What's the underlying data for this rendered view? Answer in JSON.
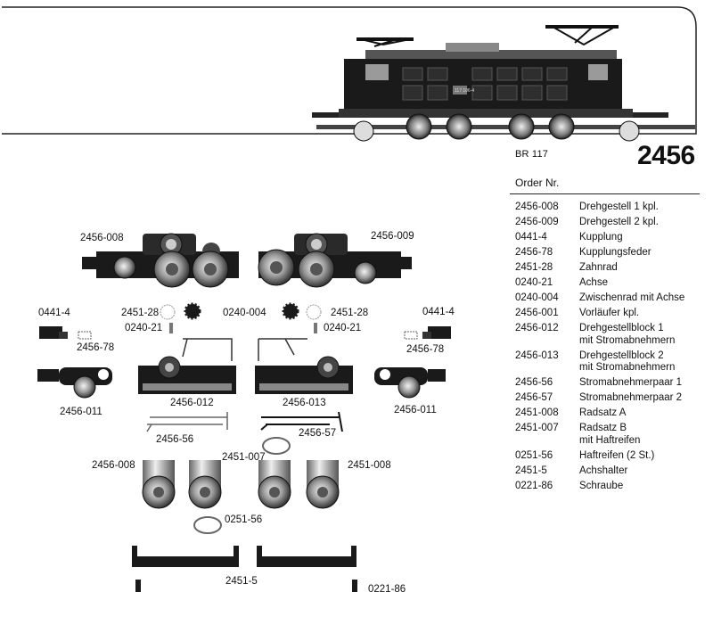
{
  "header": {
    "model_subtitle": "BR 117",
    "model_number": "2456",
    "locomotive_number_plate": "117 106-4"
  },
  "parts_list": {
    "heading": "Order Nr.",
    "items": [
      {
        "code": "2456-008",
        "name": "Drehgestell 1 kpl."
      },
      {
        "code": "2456-009",
        "name": "Drehgestell 2 kpl."
      },
      {
        "code": "0441-4",
        "name": "Kupplung"
      },
      {
        "code": "2456-78",
        "name": "Kupplungsfeder"
      },
      {
        "code": "2451-28",
        "name": "Zahnrad"
      },
      {
        "code": "0240-21",
        "name": "Achse"
      },
      {
        "code": "0240-004",
        "name": "Zwischenrad mit Achse"
      },
      {
        "code": "2456-001",
        "name": "Vorläufer kpl."
      },
      {
        "code": "2456-012",
        "name": "Drehgestellblock 1\nmit Stromabnehmern"
      },
      {
        "code": "2456-013",
        "name": "Drehgestellblock 2\nmit Stromabnehmern"
      },
      {
        "code": "2456-56",
        "name": "Stromabnehmerpaar 1"
      },
      {
        "code": "2456-57",
        "name": "Stromabnehmerpaar 2"
      },
      {
        "code": "2451-008",
        "name": "Radsatz A"
      },
      {
        "code": "2451-007",
        "name": "Radsatz B\nmit Haftreifen"
      },
      {
        "code": "0251-56",
        "name": "Haftreifen (2 St.)"
      },
      {
        "code": "2451-5",
        "name": "Achshalter"
      },
      {
        "code": "0221-86",
        "name": "Schraube"
      }
    ]
  },
  "diagram_labels": {
    "bogie_1": "2456-008",
    "bogie_2": "2456-009",
    "coupling_left": "0441-4",
    "coupling_right": "0441-4",
    "gear_left": "2451-28",
    "gear_right": "2451-28",
    "idler": "0240-004",
    "axle_left": "0240-21",
    "axle_right": "0240-21",
    "spring_left": "2456-78",
    "spring_right": "2456-78",
    "pony_left": "2456-011",
    "pony_right": "2456-011",
    "block_1": "2456-012",
    "block_2": "2456-013",
    "pickup_1": "2456-56",
    "pickup_2": "2456-57",
    "wheelset_b": "2451-007",
    "wheelset_a_left": "2456-008",
    "wheelset_a_right": "2451-008",
    "traction_tyre": "0251-56",
    "axle_holder": "2451-5",
    "screw": "0221-86"
  }
}
